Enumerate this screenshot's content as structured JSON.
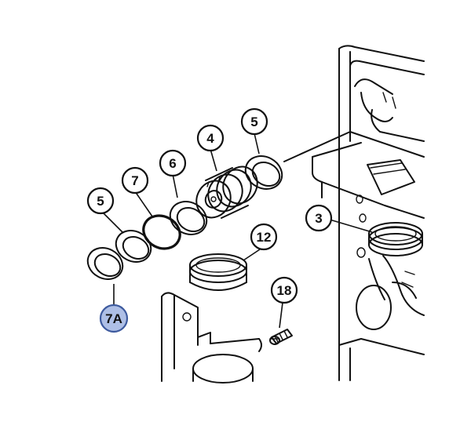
{
  "callouts": [
    {
      "id": "c5a",
      "label": "5"
    },
    {
      "id": "c4",
      "label": "4"
    },
    {
      "id": "c6",
      "label": "6"
    },
    {
      "id": "c7",
      "label": "7"
    },
    {
      "id": "c5b",
      "label": "5"
    },
    {
      "id": "c3",
      "label": "3"
    },
    {
      "id": "c12",
      "label": "12"
    },
    {
      "id": "c18",
      "label": "18"
    },
    {
      "id": "c7a",
      "label": "7A",
      "highlighted": true
    }
  ],
  "colors": {
    "ink": "#111111",
    "highlight_fill": "#aebfe6",
    "highlight_stroke": "#3d5a9e",
    "background": "#ffffff"
  }
}
